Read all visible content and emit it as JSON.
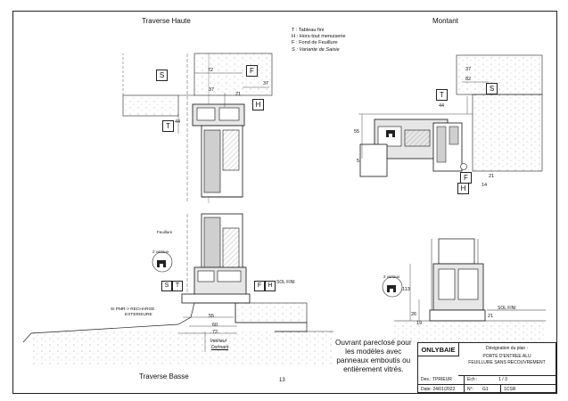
{
  "views": {
    "traverse_haute": "Traverse Haute",
    "montant": "Montant",
    "traverse_basse": "Traverse Basse"
  },
  "legend": [
    {
      "text": "T : Tableau fini",
      "italic": false
    },
    {
      "text": "H : Hors-tout menuiserie",
      "italic": false
    },
    {
      "text": "F : Fond de Feuillure",
      "italic": false
    },
    {
      "text": "S : Variante de Saisie",
      "italic": true
    }
  ],
  "markers": {
    "S": "S",
    "T": "T",
    "F": "F",
    "H": "H"
  },
  "dims_haute": {
    "d72": "72",
    "d37": "37",
    "d21": "21",
    "d44": "44",
    "d37b": "37"
  },
  "dims_montant": {
    "d37": "37",
    "d82": "82",
    "d44": "44",
    "d55": "55",
    "d5": "5",
    "d21": "21",
    "d14": "14"
  },
  "dims_basse": {
    "d55": "55",
    "d60": "60",
    "d72": "72",
    "d113": "113",
    "d26": "26",
    "d19": "19",
    "d21": "21"
  },
  "labels": {
    "feuillure": "Feuillure",
    "variant_top": "2 variaux",
    "variant_bottom": "2 variaux",
    "sol_fini_left": "SOL FINI",
    "sol_fini_right": "SOL FINI",
    "si_pmr": "SI PMR-> RECHARGE",
    "exterieure": "EXTERIEURE",
    "interieur": "Intérieur",
    "dormant": "Dormant"
  },
  "note": [
    "Ouvrant pareclosé pour",
    "les modèles avec",
    "panneaux emboutis ou",
    "entièrement vitrés."
  ],
  "page_number": "13",
  "cartouche": {
    "brand": "ONLYBAIE",
    "designation_label": "Désignation du plan :",
    "designation_line1": "PORTE D'ENTREE ALU",
    "designation_line2": "FEUILLURE SANS RECOUVREMENT",
    "des_label": "Des.: TPRIEUR",
    "date_label": "Date: 24/01/2022",
    "ech_label": "Ech :",
    "ech_value": "1 / 3",
    "num_label": "N°:",
    "num_value": "G1",
    "ref": "1CSR"
  },
  "colors": {
    "line": "#222222",
    "hatch": "#bdbdbd",
    "panel": "#d6d6d6"
  }
}
